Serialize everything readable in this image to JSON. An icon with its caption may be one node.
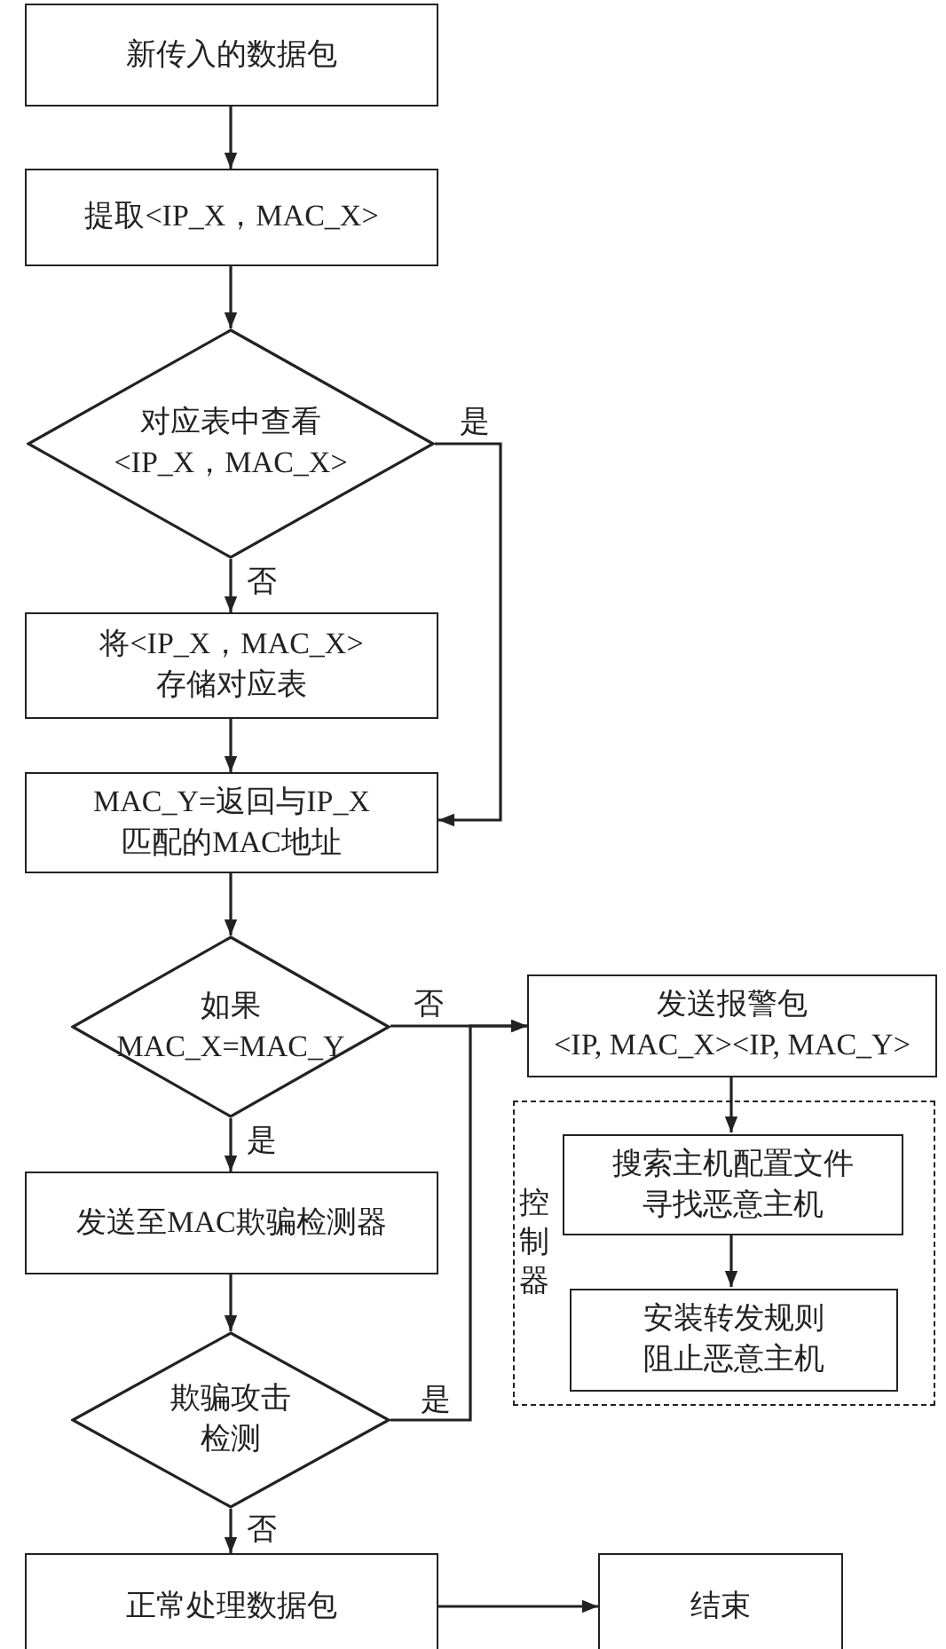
{
  "diagram": {
    "nodes": [
      {
        "text": [
          "新传入的数据包"
        ]
      },
      {
        "text": [
          "提取<IP_X，MAC_X>"
        ]
      },
      {
        "text": [
          "对应表中查看 <IP_X，MAC_X>"
        ]
      },
      {
        "text": [
          "将<IP_X，MAC_X> 存储对应表"
        ]
      },
      {
        "text": [
          "MAC_Y=返回与IP_X 匹配的MAC地址"
        ]
      },
      {
        "text": [
          "如果 MAC_X=MAC_Y"
        ]
      },
      {
        "text": [
          "发送报警包 <IP, MAC_X><IP, MAC_Y>"
        ]
      },
      {
        "text": [
          "控制器"
        ]
      },
      {
        "text": [
          "搜索主机配置文件寻找恶意主机"
        ],
        "in": 7
      },
      {
        "text": [
          "安装转发规则阻止恶意主机"
        ],
        "in": 7
      },
      {
        "text": [
          "发送至MAC欺骗检测器"
        ]
      },
      {
        "text": [
          "欺骗攻击检测"
        ]
      },
      {
        "text": [
          "正常处理数据包"
        ]
      },
      {
        "text": [
          "结束"
        ]
      }
    ],
    "edges": [
      {
        "from": 0,
        "to": 1,
        "arrow": "to"
      },
      {
        "from": 1,
        "to": 2,
        "arrow": "to"
      },
      {
        "from": 2,
        "to": 3,
        "arrow": "to",
        "label": "否"
      },
      {
        "from": 2,
        "to": 4,
        "arrow": "to",
        "label": "是"
      },
      {
        "from": 3,
        "to": 4,
        "arrow": "to"
      },
      {
        "from": 4,
        "to": 5,
        "arrow": "to"
      },
      {
        "from": 5,
        "to": 6,
        "arrow": "to",
        "label": "否"
      },
      {
        "from": 6,
        "to": 8,
        "arrow": "to"
      },
      {
        "from": 8,
        "to": 9,
        "arrow": "to"
      },
      {
        "from": 5,
        "to": 10,
        "arrow": "to",
        "label": "是"
      },
      {
        "from": 10,
        "to": 11,
        "arrow": "to"
      },
      {
        "from": 11,
        "to": 6,
        "arrow": "to",
        "label": "是"
      },
      {
        "from": 11,
        "to": 12,
        "arrow": "to",
        "label": "否"
      },
      {
        "from": 12,
        "to": 13,
        "arrow": "to"
      }
    ]
  }
}
